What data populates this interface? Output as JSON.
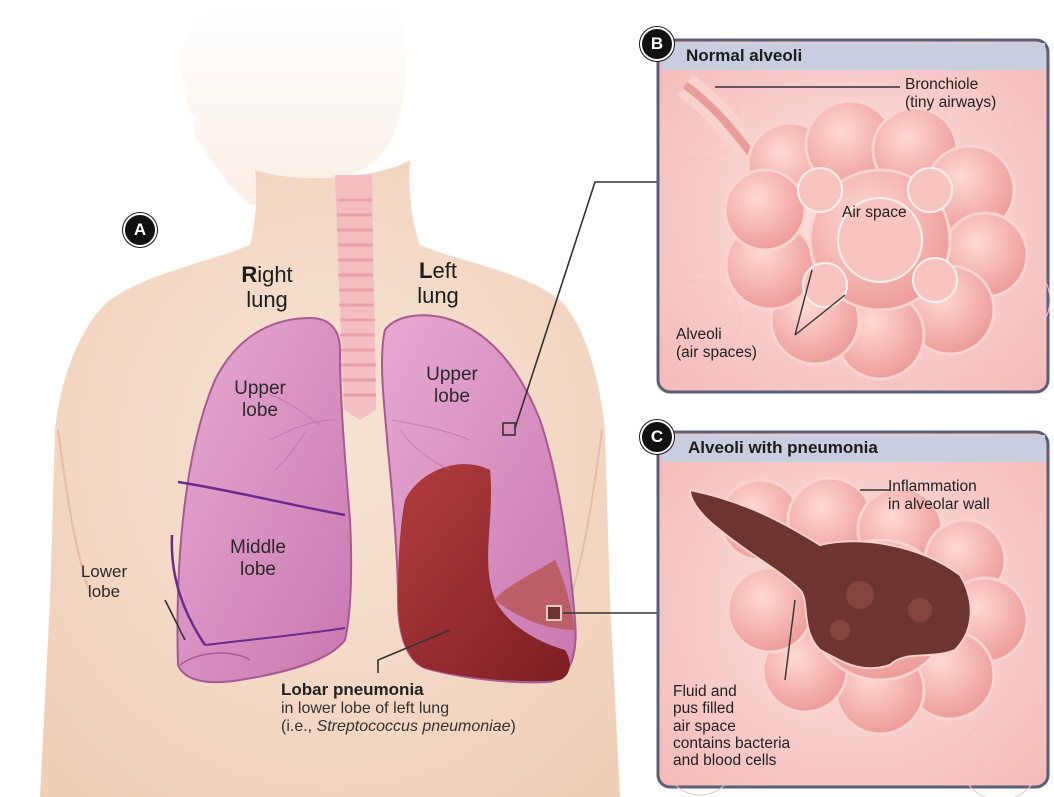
{
  "badges": {
    "a": "A",
    "b": "B",
    "c": "C"
  },
  "lungs": {
    "right": {
      "initial": "R",
      "rest": "ight",
      "line2": "lung"
    },
    "left": {
      "initial": "L",
      "rest": "eft",
      "line2": "lung"
    }
  },
  "lobes": {
    "right_upper": [
      "Upper",
      "lobe"
    ],
    "middle": [
      "Middle",
      "lobe"
    ],
    "right_lower": [
      "Lower",
      "lobe"
    ],
    "left_upper": [
      "Upper",
      "lobe"
    ]
  },
  "pneumonia_caption": {
    "title": "Lobar pneumonia",
    "line1": "in lower lobe of left lung",
    "line2_prefix": "(i.e., ",
    "line2_italic": "Streptococcus pneumoniae",
    "line2_suffix": ")"
  },
  "panel_b": {
    "title": "Normal alveoli",
    "bronchiole": [
      "Bronchiole",
      "(tiny airways)"
    ],
    "air_space": "Air space",
    "alveoli": [
      "Alveoli",
      "(air spaces)"
    ]
  },
  "panel_c": {
    "title": "Alveoli with pneumonia",
    "inflammation": [
      "Inflammation",
      "in alveolar wall"
    ],
    "fluid": [
      "Fluid and",
      "pus filled",
      "air space",
      "contains bacteria",
      "and blood cells"
    ]
  },
  "colors": {
    "skin": "#f5d9c4",
    "lung_healthy": "#d98fbd",
    "lung_infected": "#9b2a2e",
    "panel_border": "#5a5f7a",
    "panel_title_bg": "#c9cde0",
    "alveoli_pink": "#f2a8a8",
    "fluid": "#6e3530"
  }
}
